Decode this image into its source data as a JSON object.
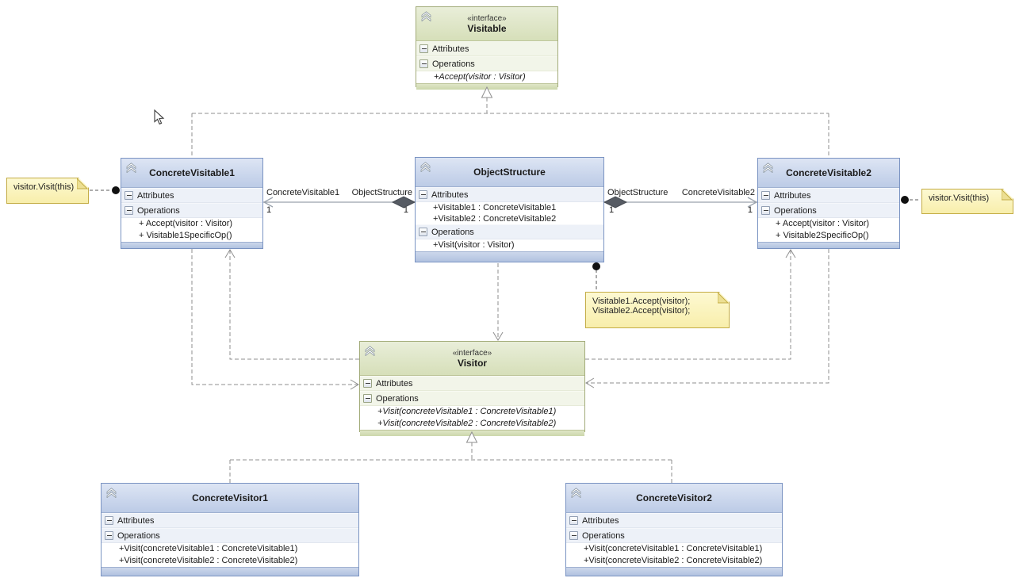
{
  "labels": {
    "attributes": "Attributes",
    "operations": "Operations"
  },
  "colors": {
    "class_header": "#c9d5ea",
    "class_border": "#7a93c2",
    "interface_header": "#dfe7cb",
    "interface_border": "#a2ab79",
    "note_background": "#fbf4bc",
    "note_border": "#c3ac45",
    "connector_gray": "#8f8f8f",
    "diamond_fill": "#565b63",
    "anchor_dot": "#111111"
  },
  "classes": [
    {
      "stereotype": "«interface»",
      "name": "Visitable",
      "operations": [
        "+Accept(visitor : Visitor)"
      ]
    },
    {
      "name": "ConcreteVisitable1",
      "operations": [
        "+ Accept(visitor : Visitor)",
        "+ Visitable1SpecificOp()"
      ]
    },
    {
      "name": "ObjectStructure",
      "attributes": [
        "+Visitable1 : ConcreteVisitable1",
        "+Visitable2 : ConcreteVisitable2"
      ],
      "operations": [
        "+Visit(visitor : Visitor)"
      ]
    },
    {
      "name": "ConcreteVisitable2",
      "operations": [
        "+ Accept(visitor : Visitor)",
        "+ Visitable2SpecificOp()"
      ]
    },
    {
      "stereotype": "«interface»",
      "name": "Visitor",
      "operations": [
        "+Visit(concreteVisitable1 : ConcreteVisitable1)",
        "+Visit(concreteVisitable2 : ConcreteVisitable2)"
      ]
    },
    {
      "name": "ConcreteVisitor1",
      "operations": [
        "+Visit(concreteVisitable1 : ConcreteVisitable1)",
        "+Visit(concreteVisitable2 : ConcreteVisitable2)"
      ]
    },
    {
      "name": "ConcreteVisitor2",
      "operations": [
        "+Visit(concreteVisitable1 : ConcreteVisitable1)",
        "+Visit(concreteVisitable2 : ConcreteVisitable2)"
      ]
    }
  ],
  "associations": {
    "left": {
      "label_start": "ConcreteVisitable1",
      "label_end": "ObjectStructure",
      "mult_start": "1",
      "mult_end": "1"
    },
    "right": {
      "label_start": "ObjectStructure",
      "label_end": "ConcreteVisitable2",
      "mult_start": "1",
      "mult_end": "1"
    }
  },
  "notes": {
    "left": {
      "text": "visitor.Visit(this)"
    },
    "right": {
      "text": "visitor.Visit(this)"
    },
    "middle": {
      "line1": "Visitable1.Accept(visitor);",
      "line2": "Visitable2.Accept(visitor);"
    }
  }
}
